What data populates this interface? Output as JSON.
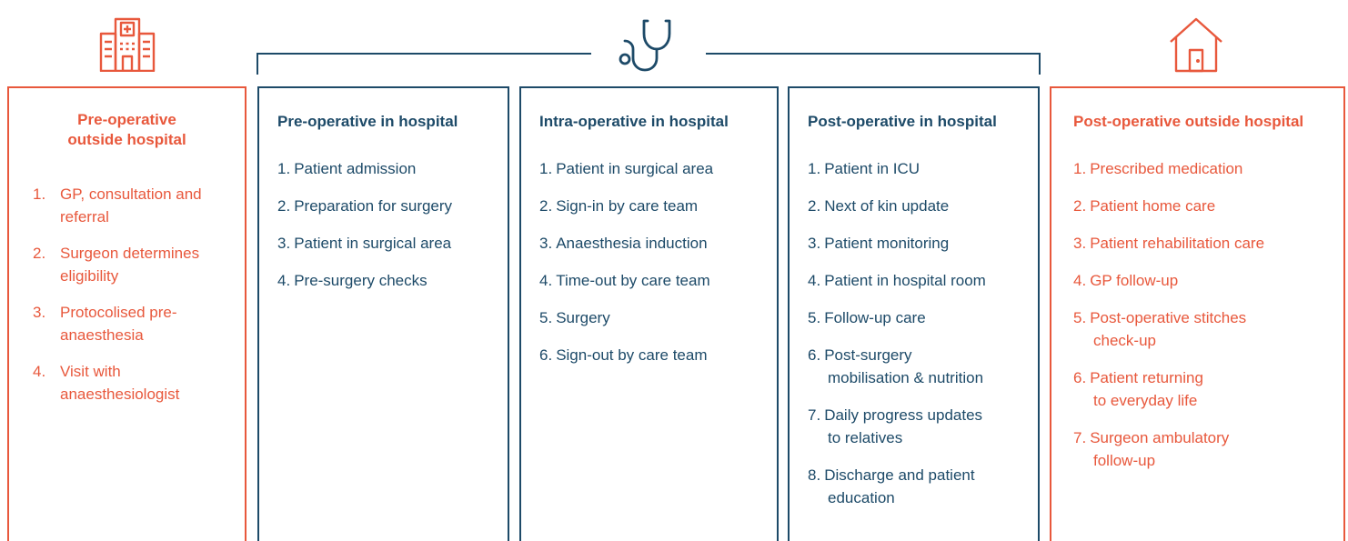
{
  "colors": {
    "outside": "#e8583c",
    "inside": "#1d4a68"
  },
  "icons": {
    "left": "hospital-icon",
    "center": "stethoscope-icon",
    "right": "house-icon"
  },
  "phases": [
    {
      "title": "Pre-operative outside hospital",
      "items": [
        {
          "num": "1.",
          "text": "GP, consultation and referral"
        },
        {
          "num": "2.",
          "text": "Surgeon determines eligibility"
        },
        {
          "num": "3.",
          "text": "Protocolised pre-anaesthesia"
        },
        {
          "num": "4.",
          "text": "Visit with anaesthesiologist"
        }
      ]
    },
    {
      "title": "Pre-operative in hospital",
      "items": [
        {
          "num": "1.",
          "text": "Patient admission"
        },
        {
          "num": "2.",
          "text": "Preparation for surgery"
        },
        {
          "num": "3.",
          "text": "Patient in surgical area"
        },
        {
          "num": "4.",
          "text": "Pre-surgery checks"
        }
      ]
    },
    {
      "title": "Intra-operative in hospital",
      "items": [
        {
          "num": "1.",
          "text": "Patient in surgical area"
        },
        {
          "num": "2.",
          "text": "Sign-in by care team"
        },
        {
          "num": "3.",
          "text": "Anaesthesia induction"
        },
        {
          "num": "4.",
          "text": "Time-out by care team"
        },
        {
          "num": "5.",
          "text": "Surgery"
        },
        {
          "num": "6.",
          "text": "Sign-out by care team"
        }
      ]
    },
    {
      "title": "Post-operative in hospital",
      "items": [
        {
          "num": "1.",
          "text": "Patient in ICU"
        },
        {
          "num": "2.",
          "text": "Next of kin update"
        },
        {
          "num": "3.",
          "text": "Patient monitoring"
        },
        {
          "num": "4.",
          "text": "Patient in hospital room"
        },
        {
          "num": "5.",
          "text": "Follow-up care"
        },
        {
          "num": "6.",
          "text": "Post-surgery",
          "cont": "mobilisation & nutrition"
        },
        {
          "num": "7.",
          "text": "Daily progress updates",
          "cont": "to relatives"
        },
        {
          "num": "8.",
          "text": "Discharge and patient",
          "cont": "education"
        }
      ]
    },
    {
      "title": "Post-operative outside hospital",
      "items": [
        {
          "num": "1.",
          "text": "Prescribed medication"
        },
        {
          "num": "2.",
          "text": "Patient home care"
        },
        {
          "num": "3.",
          "text": "Patient rehabilitation care"
        },
        {
          "num": "4.",
          "text": "GP follow-up"
        },
        {
          "num": "5.",
          "text": "Post-operative stitches",
          "cont": "check-up"
        },
        {
          "num": "6.",
          "text": "Patient returning",
          "cont": "to everyday life"
        },
        {
          "num": "7.",
          "text": "Surgeon ambulatory",
          "cont": "follow-up"
        }
      ]
    }
  ]
}
